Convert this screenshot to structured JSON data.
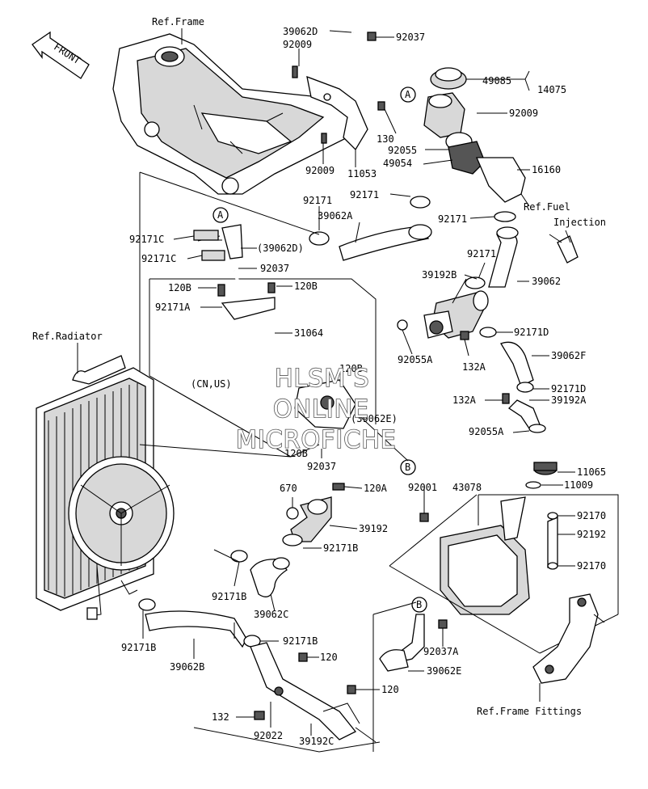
{
  "diagram": {
    "front_label": "FRONT",
    "ref_labels": {
      "frame": "Ref.Frame",
      "radiator": "Ref.Radiator",
      "fuel_injection_1": "Ref.Fuel",
      "fuel_injection_2": "Injection",
      "frame_fittings": "Ref.Frame Fittings"
    },
    "region_note": "(CN,US)",
    "callouts": {
      "a1": "A",
      "a2": "A",
      "b1": "B",
      "b2": "B"
    },
    "parts": {
      "p39062D": "39062D",
      "p92037_top": "92037",
      "p92009_a": "92009",
      "p49085": "49085",
      "p14075": "14075",
      "p92009_b": "92009",
      "p130": "130",
      "p92055": "92055",
      "p49054": "49054",
      "p16160": "16160",
      "p92009_c": "92009",
      "p11053": "11053",
      "p92171_a": "92171",
      "p92171_b": "92171",
      "p39062A": "39062A",
      "p92171_c": "92171",
      "p92171C_a": "92171C",
      "p39062D_paren": "(39062D)",
      "p92171C_b": "92171C",
      "p92037_mid": "92037",
      "p120B_l": "120B",
      "p120B_r": "120B",
      "p92171A": "92171A",
      "p31064": "31064",
      "p92171_d": "92171",
      "p39192B": "39192B",
      "p39062": "39062",
      "p92171D_a": "92171D",
      "p92055A_a": "92055A",
      "p132A_a": "132A",
      "p39062F": "39062F",
      "p92171D_b": "92171D",
      "p132A_b": "132A",
      "p39192A": "39192A",
      "p92055A_b": "92055A",
      "p39062E_paren": "(39062E)",
      "p120B_b": "120B",
      "p92037_low": "92037",
      "p11065": "11065",
      "p11009": "11009",
      "p670": "670",
      "p120A": "120A",
      "p92001": "92001",
      "p43078": "43078",
      "p92170_a": "92170",
      "p92192": "92192",
      "p92170_b": "92170",
      "p39192": "39192",
      "p92171B_a": "92171B",
      "p92171B_b": "92171B",
      "p39062C": "39062C",
      "p92171B_c": "92171B",
      "p92171B_d": "92171B",
      "p39062B": "39062B",
      "p120_a": "120",
      "p120_b": "120",
      "p132": "132",
      "p92022": "92022",
      "p39192C": "39192C",
      "p92037A": "92037A",
      "p39062E": "39062E"
    },
    "watermark": [
      "HLSM'S",
      "ONLINE",
      "MICROFICHE"
    ]
  }
}
